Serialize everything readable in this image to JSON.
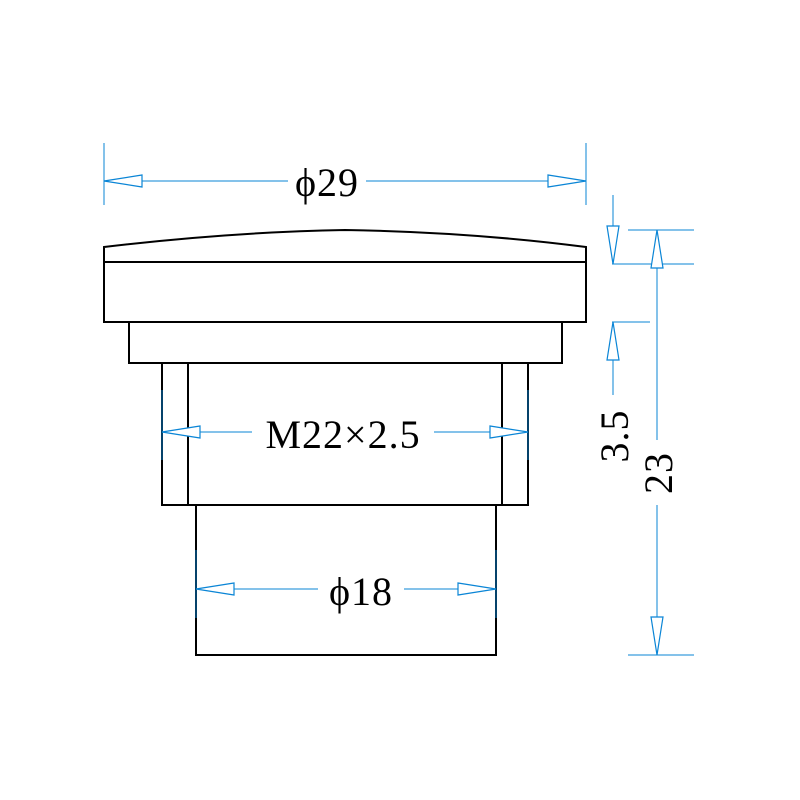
{
  "colors": {
    "outline": "#000000",
    "dimension": "#0a85d6",
    "background": "#ffffff"
  },
  "dimensions": {
    "top_diameter": "ϕ29",
    "thread": "M22×2.5",
    "bottom_diameter": "ϕ18",
    "cap_height": "3.5",
    "total_height": "23"
  }
}
